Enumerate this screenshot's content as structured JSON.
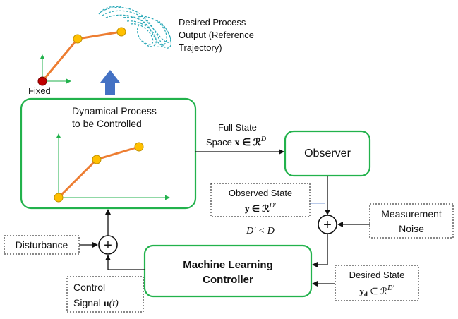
{
  "top_panel": {
    "fixed_label": "Fixed",
    "reference_label_lines": [
      "Desired Process",
      "Output (Reference",
      "Trajectory)"
    ]
  },
  "process_block": {
    "title_lines": [
      "Dynamical Process",
      "to be Controlled"
    ]
  },
  "full_state": {
    "line1": "Full State",
    "line2_prefix": "Space ",
    "line2_math": "x ∈ ℛ",
    "line2_sup": "D"
  },
  "observer": {
    "label": "Observer"
  },
  "observed_state": {
    "line1": "Observed State",
    "line2_math": "y ∈ ℛ",
    "line2_sup": "D′"
  },
  "dimension_note": "D′ < D",
  "measurement_noise": {
    "lines": [
      "Measurement",
      "Noise"
    ]
  },
  "disturbance": {
    "label": "Disturbance"
  },
  "controller": {
    "lines": [
      "Machine Learning",
      "Controller"
    ]
  },
  "desired_state": {
    "line1": "Desired State",
    "line2_math": "y",
    "line2_sub": "d",
    "line2_rest": " ∈ ℛ",
    "line2_sup": "D′"
  },
  "control_signal": {
    "line1": "Control",
    "line2_prefix": "Signal ",
    "line2_math": "u",
    "line2_rest": "(t)"
  },
  "sum_symbol": "+",
  "colors": {
    "block_border": "#22b24c",
    "arm_link": "#ed7d31",
    "joint_fill": "#ffc000",
    "joint_stroke": "#c09000",
    "fixed_joint": "#c00000",
    "axis": "#22b24c",
    "up_arrow": "#4472c4",
    "trajectory": "#2aa9b8"
  }
}
